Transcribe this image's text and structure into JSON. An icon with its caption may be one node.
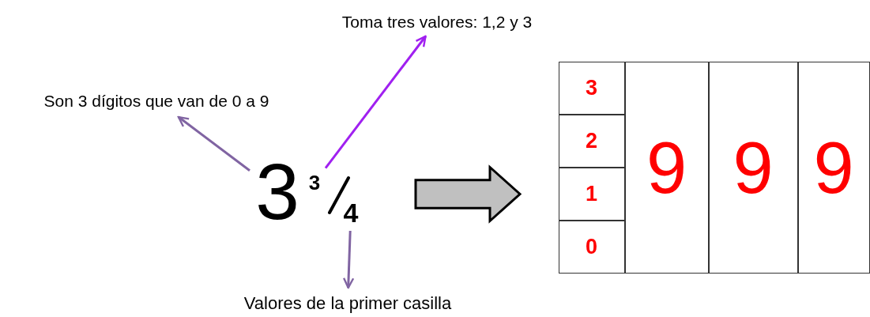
{
  "diagram": {
    "nodes": [
      {
        "text": [
          "Toma tres valores: 1,2 y 3"
        ]
      },
      {
        "text": [
          "Son 3 dígitos que van de 0 a 9"
        ]
      },
      {
        "text": [
          "3"
        ]
      },
      {
        "text": [
          "3"
        ]
      },
      {
        "text": [
          "4"
        ]
      },
      {
        "text": [
          "Valores de la primer casilla"
        ]
      },
      {
        "text": [],
        "shape": "box"
      },
      {
        "text": [
          "3"
        ],
        "in": 6
      },
      {
        "text": [
          "2"
        ],
        "in": 6
      },
      {
        "text": [
          "1"
        ],
        "in": 6
      },
      {
        "text": [
          "0"
        ],
        "in": 6
      },
      {
        "text": [
          "9"
        ],
        "in": 6
      },
      {
        "text": [
          "9"
        ],
        "in": 6
      },
      {
        "text": [
          "9"
        ],
        "in": 6
      }
    ],
    "edges": [
      {
        "from": 3,
        "to": 0,
        "arrow": "to",
        "color": "#a020f0"
      },
      {
        "from": 2,
        "to": 1,
        "arrow": "to"
      },
      {
        "from": 4,
        "to": 5,
        "arrow": "to"
      },
      {
        "from": 4,
        "to": 6,
        "arrow": "to",
        "style": "thick",
        "color": "#c0c0c0"
      }
    ]
  }
}
